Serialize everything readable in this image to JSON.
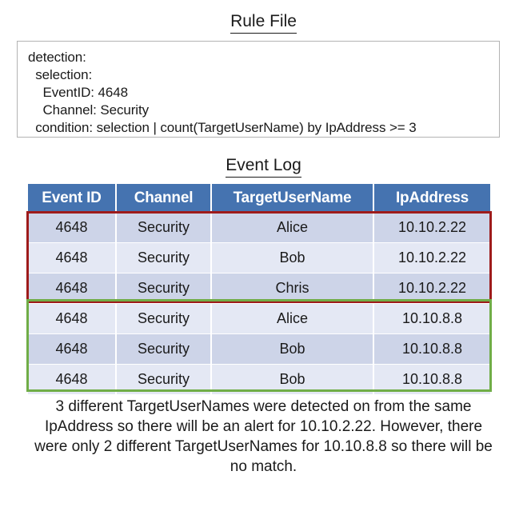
{
  "rule_section": {
    "title": "Rule File",
    "lines": [
      "detection:",
      "  selection:",
      "    EventID: 4648",
      "    Channel: Security",
      "  condition: selection | count(TargetUserName) by IpAddress >= 3"
    ]
  },
  "event_section": {
    "title": "Event Log",
    "columns": [
      "Event ID",
      "Channel",
      "TargetUserName",
      "IpAddress"
    ],
    "rows": [
      {
        "event_id": "4648",
        "channel": "Security",
        "target_user_name": "Alice",
        "ip_address": "10.10.2.22"
      },
      {
        "event_id": "4648",
        "channel": "Security",
        "target_user_name": "Bob",
        "ip_address": "10.10.2.22"
      },
      {
        "event_id": "4648",
        "channel": "Security",
        "target_user_name": "Chris",
        "ip_address": "10.10.2.22"
      },
      {
        "event_id": "4648",
        "channel": "Security",
        "target_user_name": "Alice",
        "ip_address": "10.10.8.8"
      },
      {
        "event_id": "4648",
        "channel": "Security",
        "target_user_name": "Bob",
        "ip_address": "10.10.8.8"
      },
      {
        "event_id": "4648",
        "channel": "Security",
        "target_user_name": "Bob",
        "ip_address": "10.10.8.8"
      }
    ]
  },
  "highlights": {
    "match_group_label": "matching-rows-10.10.2.22",
    "match_group_color": "#9E1B1B",
    "nomatch_group_label": "non-matching-rows-10.10.8.8",
    "nomatch_group_color": "#70AD47"
  },
  "colors": {
    "header_blue": "#4573B0",
    "band_dark": "#CDD4E8",
    "band_light": "#E4E8F4",
    "rule_box_border": "#b3b3b3"
  },
  "caption": {
    "text": "3 different TargetUserNames were detected on from the same IpAddress so there will be an alert for 10.10.2.22. However, there were only 2 different TargetUserNames for 10.10.8.8 so there will be no match."
  }
}
